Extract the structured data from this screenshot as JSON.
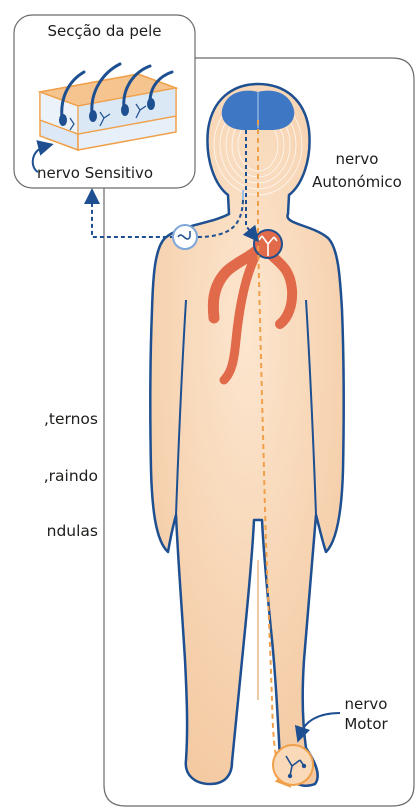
{
  "labels": {
    "skin_section": "Secção da pele",
    "sensory_nerve": "nervo Sensitivo",
    "autonomic_nerve_line1": "nervo",
    "autonomic_nerve_line2": "Autonómico",
    "motor_nerve_line1": "nervo",
    "motor_nerve_line2": "Motor"
  },
  "side_text": {
    "line1": "ternos,",
    "line2": "raindo,",
    "line3": "ndulas"
  },
  "colors": {
    "skin": "#f9d9b8",
    "skin_dark": "#f2c69c",
    "outline": "#1d4f91",
    "brain": "#3e78c4",
    "heart_vessels": "#e06a4a",
    "motor_path": "#f0a04a",
    "panel_border": "#6b6b6b"
  }
}
